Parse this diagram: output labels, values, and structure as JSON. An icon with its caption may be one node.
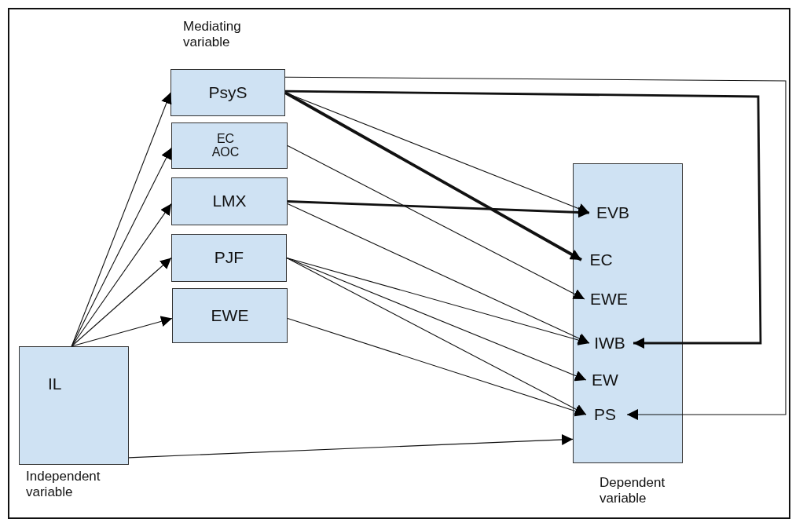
{
  "diagram": {
    "nodes": [
      {
        "text": [
          "PsyS"
        ]
      },
      {
        "text": [
          "EC AOC"
        ]
      },
      {
        "text": [
          "LMX"
        ]
      },
      {
        "text": [
          "PJF"
        ]
      },
      {
        "text": [
          "EWE"
        ]
      },
      {
        "text": [
          "IL",
          "Independent variable"
        ]
      },
      {
        "text": [
          "Dependent variable"
        ]
      },
      {
        "text": [
          "EVB"
        ],
        "in": 6
      },
      {
        "text": [
          "EC"
        ],
        "in": 6
      },
      {
        "text": [
          "EWE"
        ],
        "in": 6
      },
      {
        "text": [
          "IWB"
        ],
        "in": 6
      },
      {
        "text": [
          "EW"
        ],
        "in": 6
      },
      {
        "text": [
          "PS"
        ],
        "in": 6
      }
    ],
    "edges": [
      {
        "from": 5,
        "to": 0,
        "arrow": "to"
      },
      {
        "from": 5,
        "to": 1,
        "arrow": "to"
      },
      {
        "from": 5,
        "to": 2,
        "arrow": "to"
      },
      {
        "from": 5,
        "to": 3,
        "arrow": "to"
      },
      {
        "from": 5,
        "to": 4,
        "arrow": "to"
      },
      {
        "from": 5,
        "to": 6,
        "arrow": "to"
      },
      {
        "from": 0,
        "to": 12,
        "arrow": "to"
      },
      {
        "from": 0,
        "to": 10,
        "arrow": "to",
        "style": "thick"
      },
      {
        "from": 0,
        "to": 7,
        "arrow": "to"
      },
      {
        "from": 0,
        "to": 8,
        "arrow": "to",
        "style": "thick"
      },
      {
        "from": 1,
        "to": 9,
        "arrow": "to"
      },
      {
        "from": 2,
        "to": 7,
        "arrow": "to",
        "style": "thick"
      },
      {
        "from": 2,
        "to": 10,
        "arrow": "to"
      },
      {
        "from": 3,
        "to": 10,
        "arrow": "to"
      },
      {
        "from": 3,
        "to": 11,
        "arrow": "to"
      },
      {
        "from": 3,
        "to": 12,
        "arrow": "to"
      },
      {
        "from": 4,
        "to": 12,
        "arrow": "to"
      }
    ],
    "labels": [
      "Mediating variable"
    ]
  }
}
